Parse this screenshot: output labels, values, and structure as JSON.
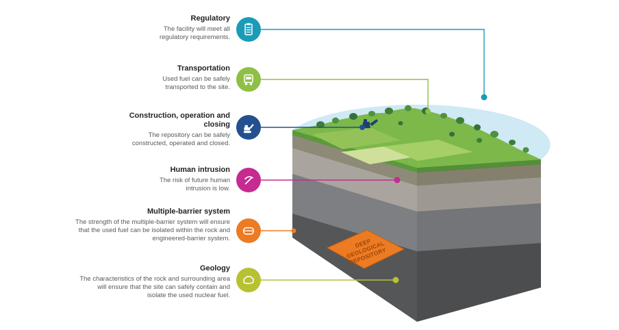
{
  "infographic": {
    "items": [
      {
        "title": "Regulatory",
        "description": "The facility will meet all regulatory requirements.",
        "color": "#1a9bb8",
        "icon": "clipboard-icon"
      },
      {
        "title": "Transportation",
        "description": "Used fuel can be safely transported to the site.",
        "color": "#8fc045",
        "icon": "truck-icon"
      },
      {
        "title": "Construction, operation and closing",
        "description": "The repository can be safely constructed, operated and closed.",
        "color": "#24508f",
        "icon": "excavator-icon"
      },
      {
        "title": "Human intrusion",
        "description": "The risk of future human intrusion is low.",
        "color": "#c52b90",
        "icon": "pickaxe-icon"
      },
      {
        "title": "Multiple-barrier system",
        "description": "The strength of the multiple-barrier system will ensure that the used fuel can be isolated within the rock and engineered-barrier system.",
        "color": "#ec7b23",
        "icon": "container-icon"
      },
      {
        "title": "Geology",
        "description": "The characteristics of the rock and surrounding area will ensure that the site can safely contain and isolate the used nuclear fuel.",
        "color": "#b6c232",
        "icon": "rock-icon"
      }
    ],
    "repository": {
      "lines": [
        "DEEP",
        "GEOLOGICAL",
        "REPOSITORY"
      ],
      "fill": "#ec7b23",
      "text_color": "#9c4708"
    }
  }
}
